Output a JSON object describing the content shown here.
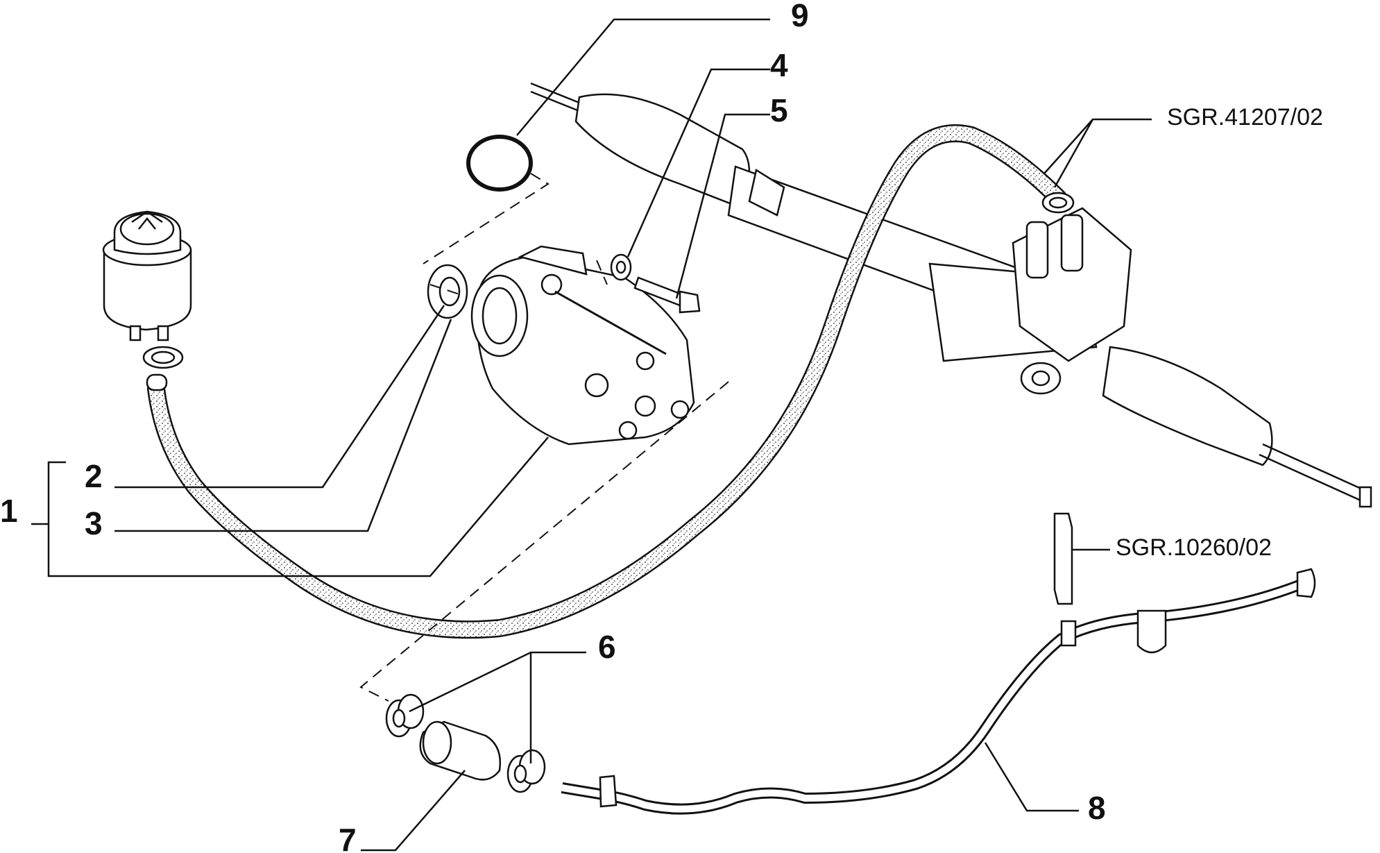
{
  "diagram": {
    "callouts": {
      "c1": "1",
      "c2": "2",
      "c3": "3",
      "c4": "4",
      "c5": "5",
      "c6": "6",
      "c7": "7",
      "c8": "8",
      "c9": "9"
    },
    "references": {
      "rack_ref": "SGR.41207/02",
      "pipe_ref": "SGR.10260/02"
    },
    "colors": {
      "line": "#111111",
      "hose_fill": "#ffffff",
      "background": "#ffffff"
    }
  }
}
